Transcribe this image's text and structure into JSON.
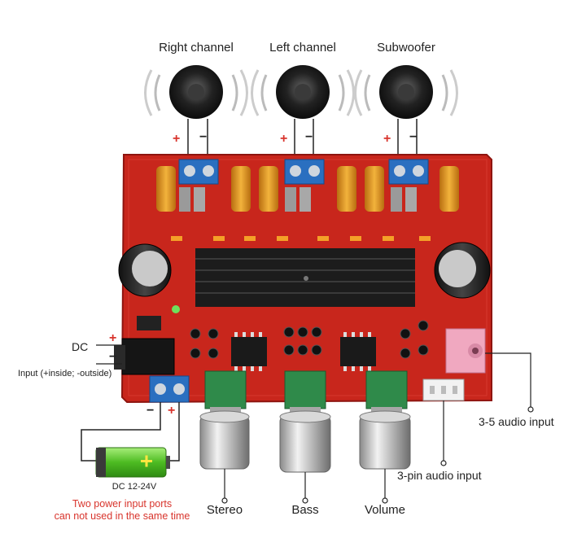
{
  "speakers": [
    {
      "label": "Right channel"
    },
    {
      "label": "Left channel"
    },
    {
      "label": "Subwoofer"
    }
  ],
  "polarity": {
    "plus": "+",
    "minus": "−"
  },
  "power": {
    "dc_label": "DC",
    "input_note": "Input (+inside; -outside)",
    "battery_label": "DC 12-24V",
    "warning_line1": "Two power input ports",
    "warning_line2": "can not used in the same time"
  },
  "controls": [
    {
      "label": "Stereo"
    },
    {
      "label": "Bass"
    },
    {
      "label": "Volume"
    }
  ],
  "inputs": {
    "audio_jack": "3-5 audio input",
    "pin_header": "3-pin audio input"
  },
  "colors": {
    "board": "#c8261c",
    "warning_text": "#d8342c",
    "terminal": "#2a6fc0",
    "heatsink": "#1c1c1c",
    "wire": "#222222",
    "battery_green": "#5ecb2e"
  }
}
